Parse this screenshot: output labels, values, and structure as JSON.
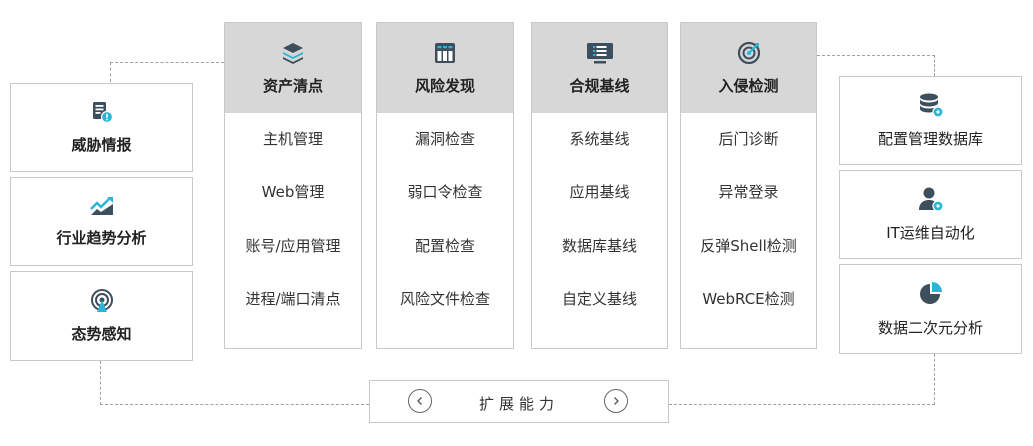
{
  "left_cards": [
    {
      "label": "威胁情报",
      "icon": "report-alert-icon"
    },
    {
      "label": "行业趋势分析",
      "icon": "trend-chart-icon"
    },
    {
      "label": "态势感知",
      "icon": "radar-icon"
    }
  ],
  "columns": [
    {
      "title": "资产清点",
      "icon": "layers-icon",
      "items": [
        "主机管理",
        "Web管理",
        "账号/应用管理",
        "进程/端口清点"
      ]
    },
    {
      "title": "风险发现",
      "icon": "server-rack-icon",
      "items": [
        "漏洞检查",
        "弱口令检查",
        "配置检查",
        "风险文件检查"
      ]
    },
    {
      "title": "合规基线",
      "icon": "monitor-checklist-icon",
      "items": [
        "系统基线",
        "应用基线",
        "数据库基线",
        "自定义基线"
      ]
    },
    {
      "title": "入侵检测",
      "icon": "target-icon",
      "items": [
        "后门诊断",
        "异常登录",
        "反弹Shell检测",
        "WebRCE检测"
      ]
    }
  ],
  "right_cards": [
    {
      "label": "配置管理数据库",
      "icon": "database-gear-icon"
    },
    {
      "label": "IT运维自动化",
      "icon": "user-gear-icon"
    },
    {
      "label": "数据二次元分析",
      "icon": "pie-chart-icon"
    }
  ],
  "extension": {
    "label": "扩展能力"
  },
  "colors": {
    "accent": "#29b6d6",
    "icon_dark": "#3d4f5c",
    "header_bg": "#d7d7d7",
    "border": "#c8c8c8"
  }
}
